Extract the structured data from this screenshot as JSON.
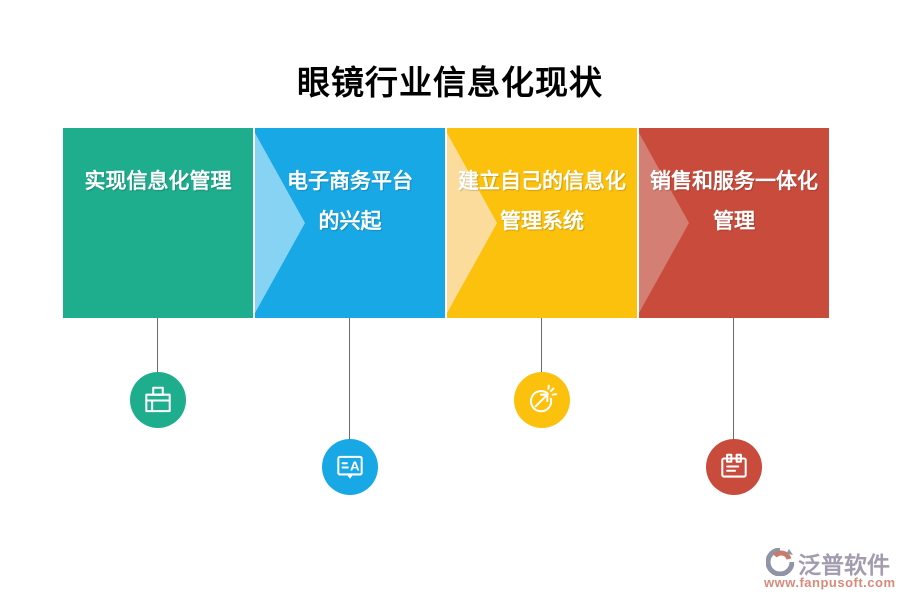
{
  "title": "眼镜行业信息化现状",
  "steps": [
    {
      "line1": "实现信息化管理",
      "line2": "",
      "color": "#1EAD8D",
      "chevron_color": "",
      "icon": "toolbox-icon",
      "connector": "short"
    },
    {
      "line1": "电子商务平台",
      "line2": "的兴起",
      "color": "#18A8E6",
      "chevron_color": "#87D3F4",
      "icon": "translate-chat-icon",
      "connector": "long"
    },
    {
      "line1": "建立自己的信息化",
      "line2": "管理系统",
      "color": "#FCC10D",
      "chevron_color": "#FBDC9C",
      "icon": "growth-arrow-icon",
      "connector": "short"
    },
    {
      "line1": "销售和服务一体化",
      "line2": "管理",
      "color": "#C94B3C",
      "chevron_color": "#D47F73",
      "icon": "calendar-icon",
      "connector": "long"
    }
  ],
  "colors": {
    "title_text": "#000000",
    "block_text": "#FFFFFF",
    "connector_line": "#6B6B6B",
    "background": "#FFFFFF"
  },
  "footer": {
    "brand": "泛普软件",
    "url": "www.fanpusoft.com",
    "brand_color": "#A29CAE",
    "url_color": "#D9897B",
    "mark_gray": "#8F95A6",
    "mark_salmon": "#C87B6C"
  }
}
